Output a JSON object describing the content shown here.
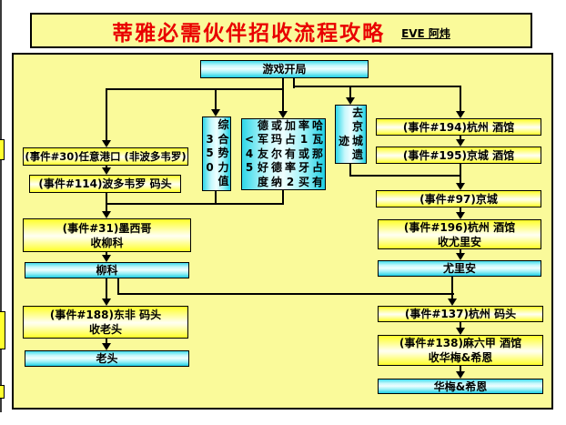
{
  "title": {
    "text": "蒂雅必需伙伴招收流程攻略",
    "author": "EVE 阿炜",
    "color": "#e90000"
  },
  "colors": {
    "page_background": "#ffffff",
    "chart_background": "#fafa9a",
    "event_box": "#ffff29",
    "result_box": "#2ed7e8",
    "line": "#000000"
  },
  "flow": {
    "start": {
      "label": "游戏开局"
    },
    "left": {
      "b30": {
        "label": "(事件#30)任意港口 (非波多韦罗)"
      },
      "b114": {
        "label": "(事件#114)波多韦罗 码头"
      },
      "b31": {
        "line1": "(事件#31)墨西哥",
        "line2": "收柳科"
      },
      "liuke": {
        "label": "柳科"
      },
      "b188": {
        "line1": "(事件#188)东非 码头",
        "line2": "收老头"
      },
      "laotou": {
        "label": "老头"
      }
    },
    "middle": {
      "power": {
        "reading": "综合势力值350",
        "grid": [
          [
            "",
            "综"
          ],
          [
            "3",
            "合"
          ],
          [
            "5",
            "势"
          ],
          [
            "0",
            "力"
          ],
          [
            "",
            "值"
          ]
        ]
      },
      "condition": {
        "reading": "哈瓦那占有率1或牙买加占有率2或玛尔德纳德军友好度<45",
        "grid": [
          [
            "",
            "德",
            "或",
            "加",
            "率",
            "哈"
          ],
          [
            "<",
            "军",
            "玛",
            "占",
            "1",
            "瓦"
          ],
          [
            "4",
            "友",
            "尔",
            "有",
            "或",
            "那"
          ],
          [
            "5",
            "好",
            "德",
            "率",
            "牙",
            "占"
          ],
          [
            "",
            "度",
            "纳",
            "2",
            "买",
            "有"
          ]
        ]
      },
      "capital": {
        "reading": "去京城遗迹",
        "grid": [
          [
            "",
            "去"
          ],
          [
            "",
            "京"
          ],
          [
            "迹",
            "城"
          ],
          [
            "",
            "遗"
          ]
        ]
      }
    },
    "right": {
      "r194": {
        "label": "(事件#194)杭州 酒馆"
      },
      "r195": {
        "label": "(事件#195)京城 酒馆"
      },
      "r97": {
        "label": "(事件#97)京城"
      },
      "r196": {
        "line1": "(事件#196)杭州 酒馆",
        "line2": "收尤里安"
      },
      "youlian": {
        "label": "尤里安"
      },
      "r137": {
        "label": "(事件#137)杭州 码头"
      },
      "r138": {
        "line1": "(事件#138)麻六甲 酒馆",
        "line2": "收华梅&希恩"
      },
      "huamei": {
        "label": "华梅&希恩"
      }
    }
  }
}
